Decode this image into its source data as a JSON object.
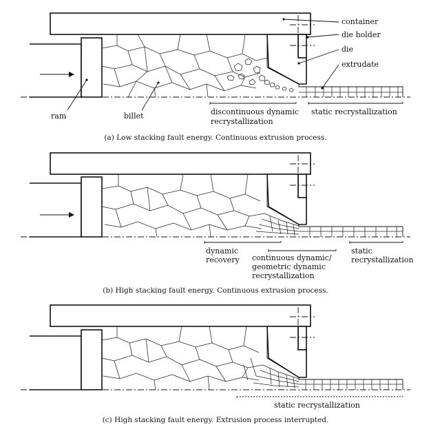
{
  "panels": [
    {
      "caption": "(a) Low stacking fault energy. Continuous extrusion process.",
      "labels": {
        "container": "container",
        "die_holder": "die holder",
        "die": "die",
        "extrudate": "extrudate",
        "ram": "ram",
        "billet": "billet",
        "zone1_line1": "discontinuous dynamic",
        "zone1_line2": "recrystallization",
        "zone2_line1": "static recrystallization"
      }
    },
    {
      "caption": "(b) High stacking fault energy. Continuous extrusion process.",
      "labels": {
        "zone1_line1": "dynamic",
        "zone1_line2": "recovery",
        "zone2_line1": "continuous dynamic/",
        "zone2_line2": "geometric dynamic",
        "zone2_line3": "recrystallization",
        "zone3_line1": "static",
        "zone3_line2": "recrystallization"
      }
    },
    {
      "caption": "(c) High stacking fault energy. Extrusion process interrupted.",
      "labels": {
        "zone1_line1": "static recrystallization"
      }
    }
  ]
}
